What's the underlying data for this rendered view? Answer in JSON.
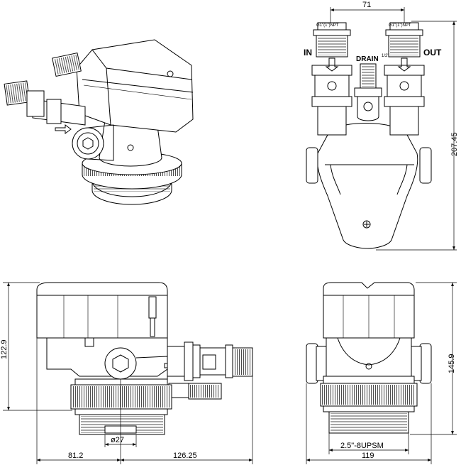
{
  "top_view": {
    "inlet_label": "IN",
    "outlet_label": "OUT",
    "drain_label": "DRAIN",
    "drain_size": "1/2\"",
    "port_note_left": "G1\"(1\")NPT",
    "port_note_right": "G1\"(1\")NPT",
    "dim_port_spacing": "71",
    "dim_length": "207.45"
  },
  "front_view": {
    "dim_height": "122.9",
    "dim_left_width": "81.2",
    "dim_right_width": "126.25",
    "dim_drain_diameter": "ø27"
  },
  "side_view": {
    "dim_height": "145.9",
    "dim_thread": "2.5\"-8UPSM",
    "dim_width": "119"
  }
}
